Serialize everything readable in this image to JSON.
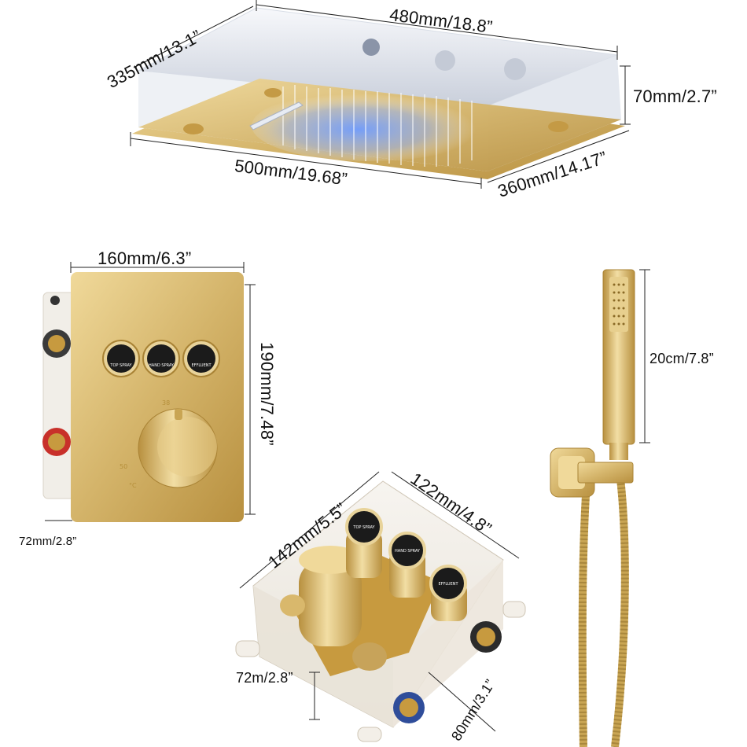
{
  "rain_head": {
    "top_width": "480mm/18.8”",
    "top_depth": "335mm/13.1”",
    "height": "70mm/2.7”",
    "bottom_width": "500mm/19.68”",
    "bottom_depth": "360mm/14.17”"
  },
  "control_panel": {
    "width": "160mm/6.3”",
    "height": "190mm/7.48”",
    "depth": "72mm/2.8”",
    "buttons": [
      "TOP SPRAY",
      "HAND SPRAY",
      "EFFLUENT"
    ],
    "scale_labels": [
      "38",
      "50",
      "°C"
    ]
  },
  "valve_box": {
    "width": "142mm/5.5”",
    "depth": "122mm/4.8”",
    "height": "72m/2.8”",
    "outlet": "80mm/3.1”",
    "buttons": [
      "TOP SPRAY",
      "HAND SPRAY",
      "EFFLUENT"
    ]
  },
  "hand_shower": {
    "length": "20cm/7.8”"
  },
  "colors": {
    "gold": "#d4b46a",
    "gold_dark": "#a98335",
    "chrome": "#e9ecf2",
    "led_blue": "#4a7fe0"
  }
}
